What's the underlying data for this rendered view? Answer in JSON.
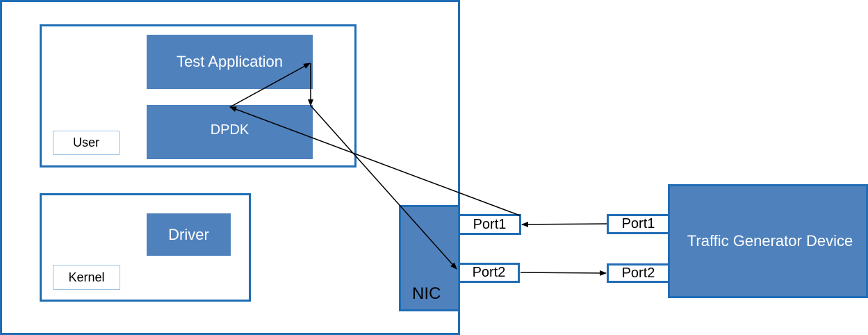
{
  "host": {
    "user_space": {
      "test_application": "Test Application",
      "dpdk": "DPDK",
      "label": "User"
    },
    "kernel_space": {
      "driver": "Driver",
      "label": "Kernel"
    },
    "nic": {
      "label": "NIC",
      "port1": "Port1",
      "port2": "Port2"
    }
  },
  "traffic_generator": {
    "label": "Traffic Generator Device",
    "port1": "Port1",
    "port2": "Port2"
  },
  "colors": {
    "box_fill": "#4f81bd",
    "outline": "#1f6db5",
    "tag_border": "#9dc3e6"
  }
}
